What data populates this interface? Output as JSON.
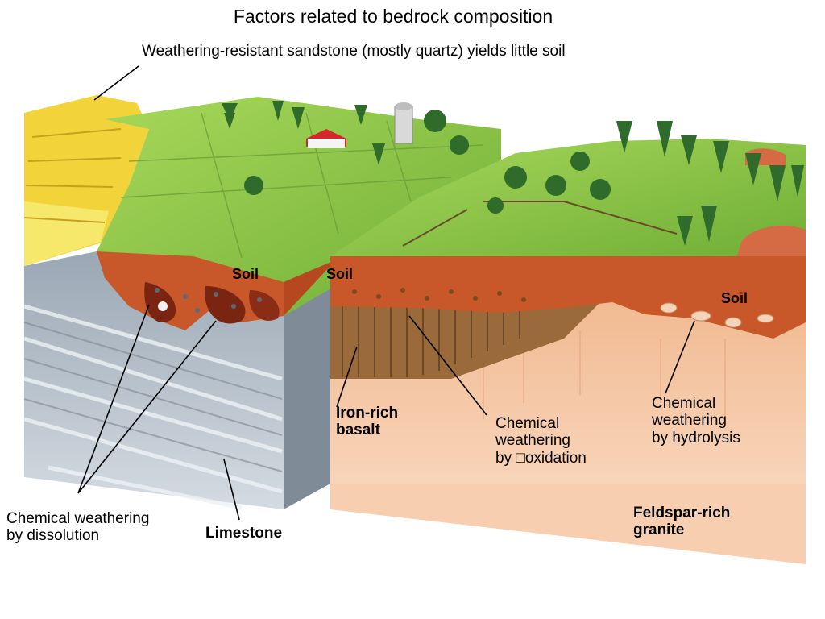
{
  "title": "Factors related to bedrock composition",
  "subtitle": "Weathering-resistant sandstone (mostly quartz) yields little soil",
  "labels": {
    "soil_left": "Soil",
    "soil_middle": "Soil",
    "soil_right": "Soil",
    "iron_rich_basalt": "Iron-rich\nbasalt",
    "oxidation": "Chemical\nweathering\nby □oxidation",
    "hydrolysis": "Chemical\nweathering\nby hydrolysis",
    "dissolution": "Chemical weathering\nby dissolution",
    "limestone": "Limestone",
    "granite": "Feldspar-rich\ngranite"
  },
  "colors": {
    "grass": "#8cc63f",
    "grass_dark": "#5e9e2e",
    "soil": "#c8582a",
    "limestone": "#b9c4cf",
    "granite": "#f4c9a4",
    "basalt": "#9b6a3a",
    "sandstone": "#f2d43a",
    "tree": "#2f6b2a"
  }
}
